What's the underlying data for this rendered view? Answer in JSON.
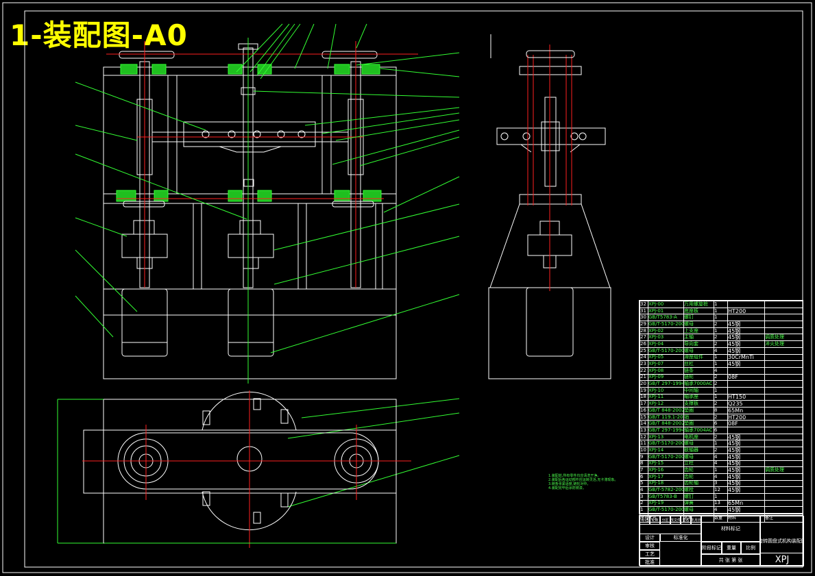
{
  "drawing_title": "1-装配图-A0",
  "tech_notes": [
    "1.装配前,所有零件均应清洗干净。",
    "2.装配后各运动部件应运转灵活,无卡滞现象。",
    "3.链条张紧适度,链轮对中。",
    "4.装配完毕后涂防锈漆。"
  ],
  "bom": [
    {
      "no": "32",
      "code": "XPJ-00",
      "name": "万用螺旋桩",
      "qty": "1",
      "mat": "",
      "note": ""
    },
    {
      "no": "31",
      "code": "XPJ-01",
      "name": "底座板",
      "qty": "1",
      "mat": "HT200",
      "note": ""
    },
    {
      "no": "30",
      "code": "GB/T5783-A",
      "name": "螺钉",
      "qty": "1",
      "mat": "",
      "note": ""
    },
    {
      "no": "29",
      "code": "GB/T-5170-2000",
      "name": "螺母",
      "qty": "2",
      "mat": "45钢",
      "note": ""
    },
    {
      "no": "28",
      "code": "XPJ-02",
      "name": "上支座",
      "qty": "1",
      "mat": "45钢",
      "note": ""
    },
    {
      "no": "27",
      "code": "XPJ-03",
      "name": "主轴",
      "qty": "2",
      "mat": "45钢",
      "note": "调质处理"
    },
    {
      "no": "26",
      "code": "XPJ-04",
      "name": "导向套",
      "qty": "2",
      "mat": "45钢",
      "note": "淬火处理"
    },
    {
      "no": "25",
      "code": "GB/T-5170-2000",
      "name": "螺母",
      "qty": "4",
      "mat": "45钢",
      "note": ""
    },
    {
      "no": "24",
      "code": "XPJ-05",
      "name": "滑座组件",
      "qty": "1",
      "mat": "30CrMnTi",
      "note": ""
    },
    {
      "no": "23",
      "code": "XPJ-07",
      "name": "丝杠",
      "qty": "1",
      "mat": "45钢",
      "note": ""
    },
    {
      "no": "22",
      "code": "XPJ-08",
      "name": "链条",
      "qty": "4",
      "mat": "",
      "note": ""
    },
    {
      "no": "21",
      "code": "XPJ-09",
      "name": "链轮",
      "qty": "2",
      "mat": "08F",
      "note": ""
    },
    {
      "no": "20",
      "code": "GB/T 297-1994",
      "name": "轴承7000AC",
      "qty": "2",
      "mat": "",
      "note": ""
    },
    {
      "no": "19",
      "code": "XPJ-10",
      "name": "中间轴",
      "qty": "1",
      "mat": "",
      "note": ""
    },
    {
      "no": "18",
      "code": "XPJ-11",
      "name": "轴承座",
      "qty": "1",
      "mat": "HT150",
      "note": ""
    },
    {
      "no": "17",
      "code": "XPJ-12",
      "name": "支撑板",
      "qty": "2",
      "mat": "Q235",
      "note": ""
    },
    {
      "no": "16",
      "code": "GB/T 848-2002",
      "name": "垫圈",
      "qty": "8",
      "mat": "65Mn",
      "note": ""
    },
    {
      "no": "15",
      "code": "GB/T 119.1-2000",
      "name": "销",
      "qty": "2",
      "mat": "HT200",
      "note": ""
    },
    {
      "no": "14",
      "code": "GB/T 848-2002",
      "name": "垫圈",
      "qty": "6",
      "mat": "08F",
      "note": ""
    },
    {
      "no": "13",
      "code": "GB/T 297-1994",
      "name": "轴承7004AC",
      "qty": "6",
      "mat": "",
      "note": ""
    },
    {
      "no": "12",
      "code": "XPJ-13",
      "name": "电机座",
      "qty": "2",
      "mat": "45钢",
      "note": ""
    },
    {
      "no": "11",
      "code": "GB/T-5170-2000",
      "name": "螺母",
      "qty": "1",
      "mat": "45钢",
      "note": ""
    },
    {
      "no": "10",
      "code": "XPJ-14",
      "name": "联轴器",
      "qty": "2",
      "mat": "45钢",
      "note": ""
    },
    {
      "no": "9",
      "code": "GB/T-5170-2000",
      "name": "螺母",
      "qty": "4",
      "mat": "45钢",
      "note": ""
    },
    {
      "no": "8",
      "code": "XPJ-15",
      "name": "立柱",
      "qty": "4",
      "mat": "45钢",
      "note": ""
    },
    {
      "no": "7",
      "code": "XPJ-16",
      "name": "齿轮",
      "qty": "1",
      "mat": "45钢",
      "note": "调质处理"
    },
    {
      "no": "6",
      "code": "XPJ-17",
      "name": "齿轮",
      "qty": "4",
      "mat": "45钢",
      "note": ""
    },
    {
      "no": "5",
      "code": "XPJ-18",
      "name": "齿轮轴",
      "qty": "3",
      "mat": "45钢",
      "note": ""
    },
    {
      "no": "4",
      "code": "GB/T-5782-2000",
      "name": "螺栓",
      "qty": "12",
      "mat": "45钢",
      "note": ""
    },
    {
      "no": "3",
      "code": "GB/T5783-B",
      "name": "螺钉",
      "qty": "1",
      "mat": "",
      "note": ""
    },
    {
      "no": "2",
      "code": "XPJ-19",
      "name": "弹簧",
      "qty": "13",
      "mat": "65Mn",
      "note": ""
    },
    {
      "no": "1",
      "code": "GB/T-5170-2000",
      "name": "螺母",
      "qty": "4",
      "mat": "45钢",
      "note": ""
    }
  ],
  "bom_header": {
    "no": "序号",
    "code": "代号",
    "name": "名称",
    "qty": "数量",
    "mat": "材料",
    "note": "备注"
  },
  "title_block": {
    "material_label": "材料标记",
    "drawing_name": "旋转圆盘式机构装配图",
    "code": "XPJ",
    "rows": [
      "标记",
      "处数",
      "分区",
      "更改文件号",
      "签名",
      "年月日"
    ],
    "design": "设计",
    "standard": "标准化",
    "stage": "阶段标记",
    "weight": "重量",
    "scale": "比例",
    "review": "审核",
    "process": "工艺",
    "approve": "批准",
    "sheet": "共 张 第 张"
  }
}
